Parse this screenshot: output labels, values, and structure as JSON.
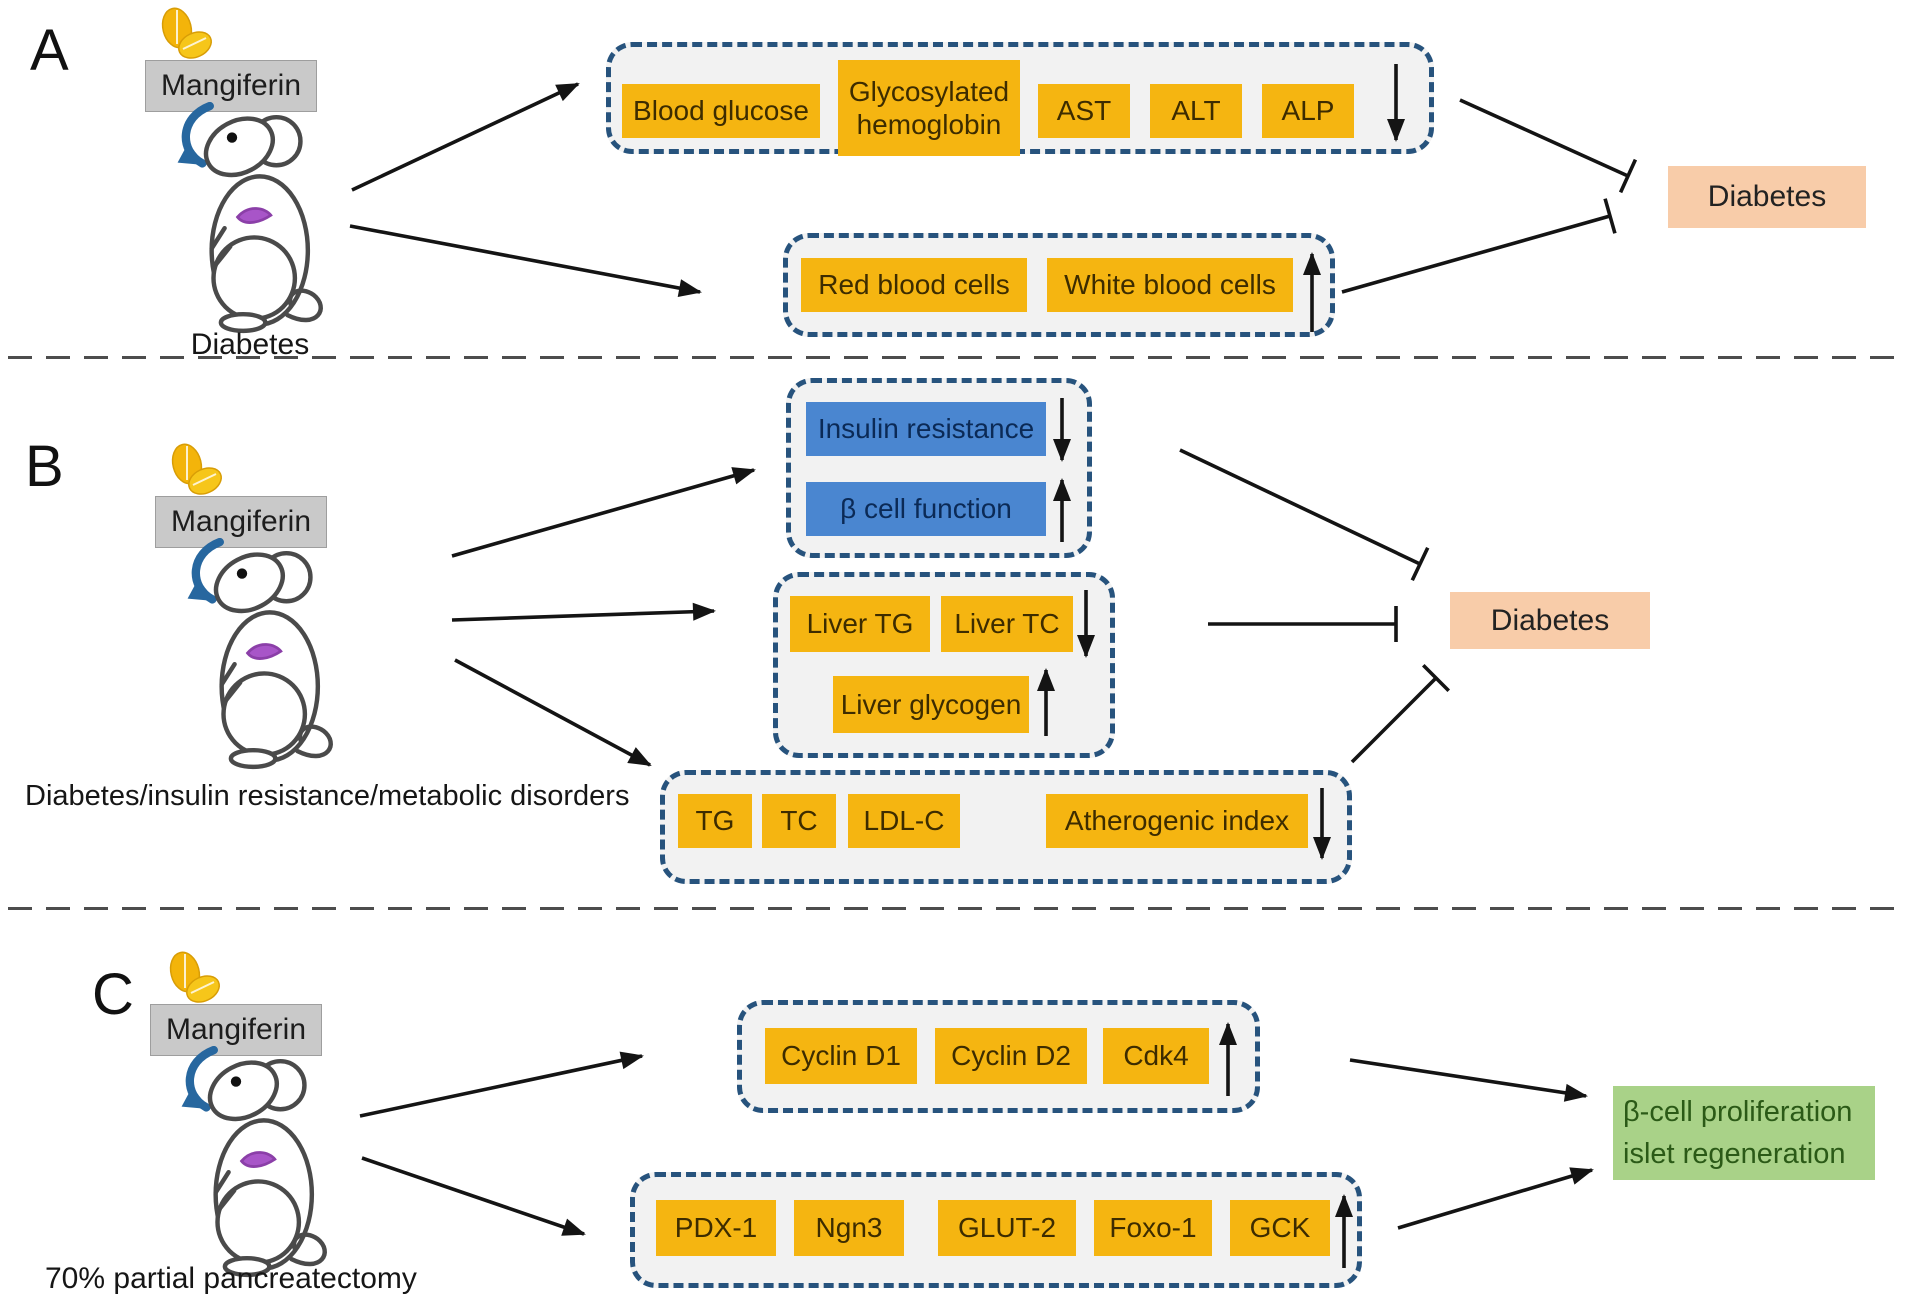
{
  "figure": {
    "panels": {
      "A": {
        "label": "A",
        "drug": "Mangiferin",
        "model": "Diabetes",
        "outcome": "Diabetes",
        "box1": {
          "items": [
            "Blood glucose",
            "Glycosylated hemoglobin",
            "AST",
            "ALT",
            "ALP"
          ],
          "change": "decrease"
        },
        "box2": {
          "items": [
            "Red blood cells",
            "White blood cells"
          ],
          "change": "increase"
        },
        "effect_on_outcome": "inhibition"
      },
      "B": {
        "label": "B",
        "drug": "Mangiferin",
        "model": "Diabetes/insulin resistance/metabolic disorders",
        "outcome": "Diabetes",
        "box1": {
          "items": [
            "Insulin resistance",
            "β cell function"
          ],
          "changes": [
            "decrease",
            "increase"
          ]
        },
        "box2": {
          "items": [
            "Liver TG",
            "Liver TC",
            "Liver glycogen"
          ],
          "changes": [
            "decrease",
            "decrease",
            "increase"
          ]
        },
        "box3": {
          "items": [
            "TG",
            "TC",
            "LDL-C",
            "Atherogenic index"
          ],
          "change": "decrease"
        },
        "effect_on_outcome": "inhibition"
      },
      "C": {
        "label": "C",
        "drug": "Mangiferin",
        "model": "70% partial pancreatectomy",
        "outcome_line1": "β-cell proliferation",
        "outcome_line2": "islet regeneration",
        "box1": {
          "items": [
            "Cyclin D1",
            "Cyclin D2",
            "Cdk4"
          ],
          "change": "increase"
        },
        "box2": {
          "items": [
            "PDX-1",
            "Ngn3",
            "GLUT-2",
            "Foxo-1",
            "GCK"
          ],
          "change": "increase"
        },
        "effect_on_outcome": "activation"
      }
    },
    "colors": {
      "term_box": "#f5b511",
      "term_box_blue": "#4a86d0",
      "dashed_border": "#27537d",
      "dashed_fill": "#f2f2f2",
      "outcome_peach": "#f8cca9",
      "outcome_green": "#a9d288",
      "drug_gray": "#c9c9c9",
      "mango_yellow": "#f3b40a"
    }
  }
}
